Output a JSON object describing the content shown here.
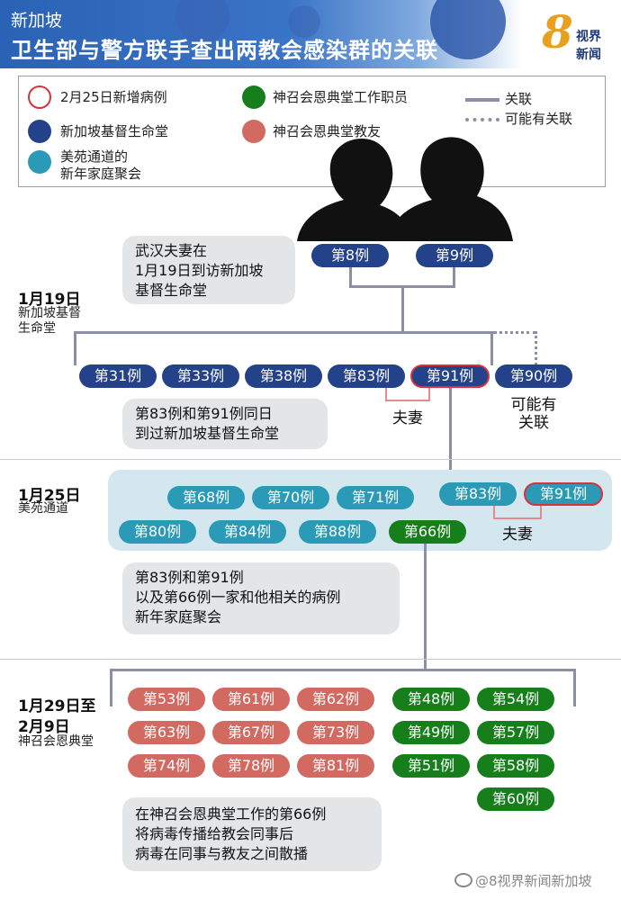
{
  "header": {
    "subtitle": "新加坡",
    "title": "卫生部与警方联手查出两教会感染群的关联",
    "logo_number": "8",
    "logo_line1": "视界",
    "logo_line2": "新闻"
  },
  "legend": {
    "new_case": "2月25日新增病例",
    "life_church": "新加坡基督生命堂",
    "mei_yuan_line1": "美苑通道的",
    "mei_yuan_line2": "新年家庭聚会",
    "grace_staff": "神召会恩典堂工作职员",
    "grace_member": "神召会恩典堂教友",
    "linked": "关联",
    "possibly_linked": "可能有关联",
    "colors": {
      "new_case_border": "#d8333a",
      "life_church": "#24428a",
      "mei_yuan": "#2b9ab6",
      "grace_staff": "#167f1c",
      "grace_member": "#d26a62"
    }
  },
  "section1": {
    "date": "1月19日",
    "place_line1": "新加坡基督",
    "place_line2": "生命堂",
    "note_lines": [
      "武汉夫妻在",
      "1月19日到访新加坡",
      "基督生命堂"
    ],
    "top_cases": [
      "第8例",
      "第9例"
    ],
    "cases": [
      "第31例",
      "第33例",
      "第38例",
      "第83例",
      "第91例",
      "第90例"
    ],
    "couple_label": "夫妻",
    "possible_line1": "可能有",
    "possible_line2": "关联",
    "note2_lines": [
      "第83例和第91例同日",
      "到过新加坡基督生命堂"
    ]
  },
  "section2": {
    "date": "1月25日",
    "place": "美苑通道",
    "cases_row1": [
      "第68例",
      "第70例",
      "第71例"
    ],
    "cases_row1_right": [
      "第83例",
      "第91例"
    ],
    "cases_row2": [
      "第80例",
      "第84例",
      "第88例",
      "第66例"
    ],
    "couple_label": "夫妻",
    "note_lines": [
      "第83例和第91例",
      "以及第66例一家和他相关的病例",
      "新年家庭聚会"
    ]
  },
  "section3": {
    "date_line1": "1月29日至",
    "date_line2": "2月9日",
    "place": "神召会恩典堂",
    "member_cases": [
      "第53例",
      "第61例",
      "第62例",
      "第63例",
      "第67例",
      "第73例",
      "第74例",
      "第78例",
      "第81例"
    ],
    "staff_cases": [
      "第48例",
      "第54例",
      "第49例",
      "第57例",
      "第51例",
      "第58例",
      "第60例"
    ],
    "note_lines": [
      "在神召会恩典堂工作的第66例",
      "将病毒传播给教会同事后",
      "病毒在同事与教友之间散播"
    ]
  },
  "watermark": "@8视界新闻新加坡"
}
